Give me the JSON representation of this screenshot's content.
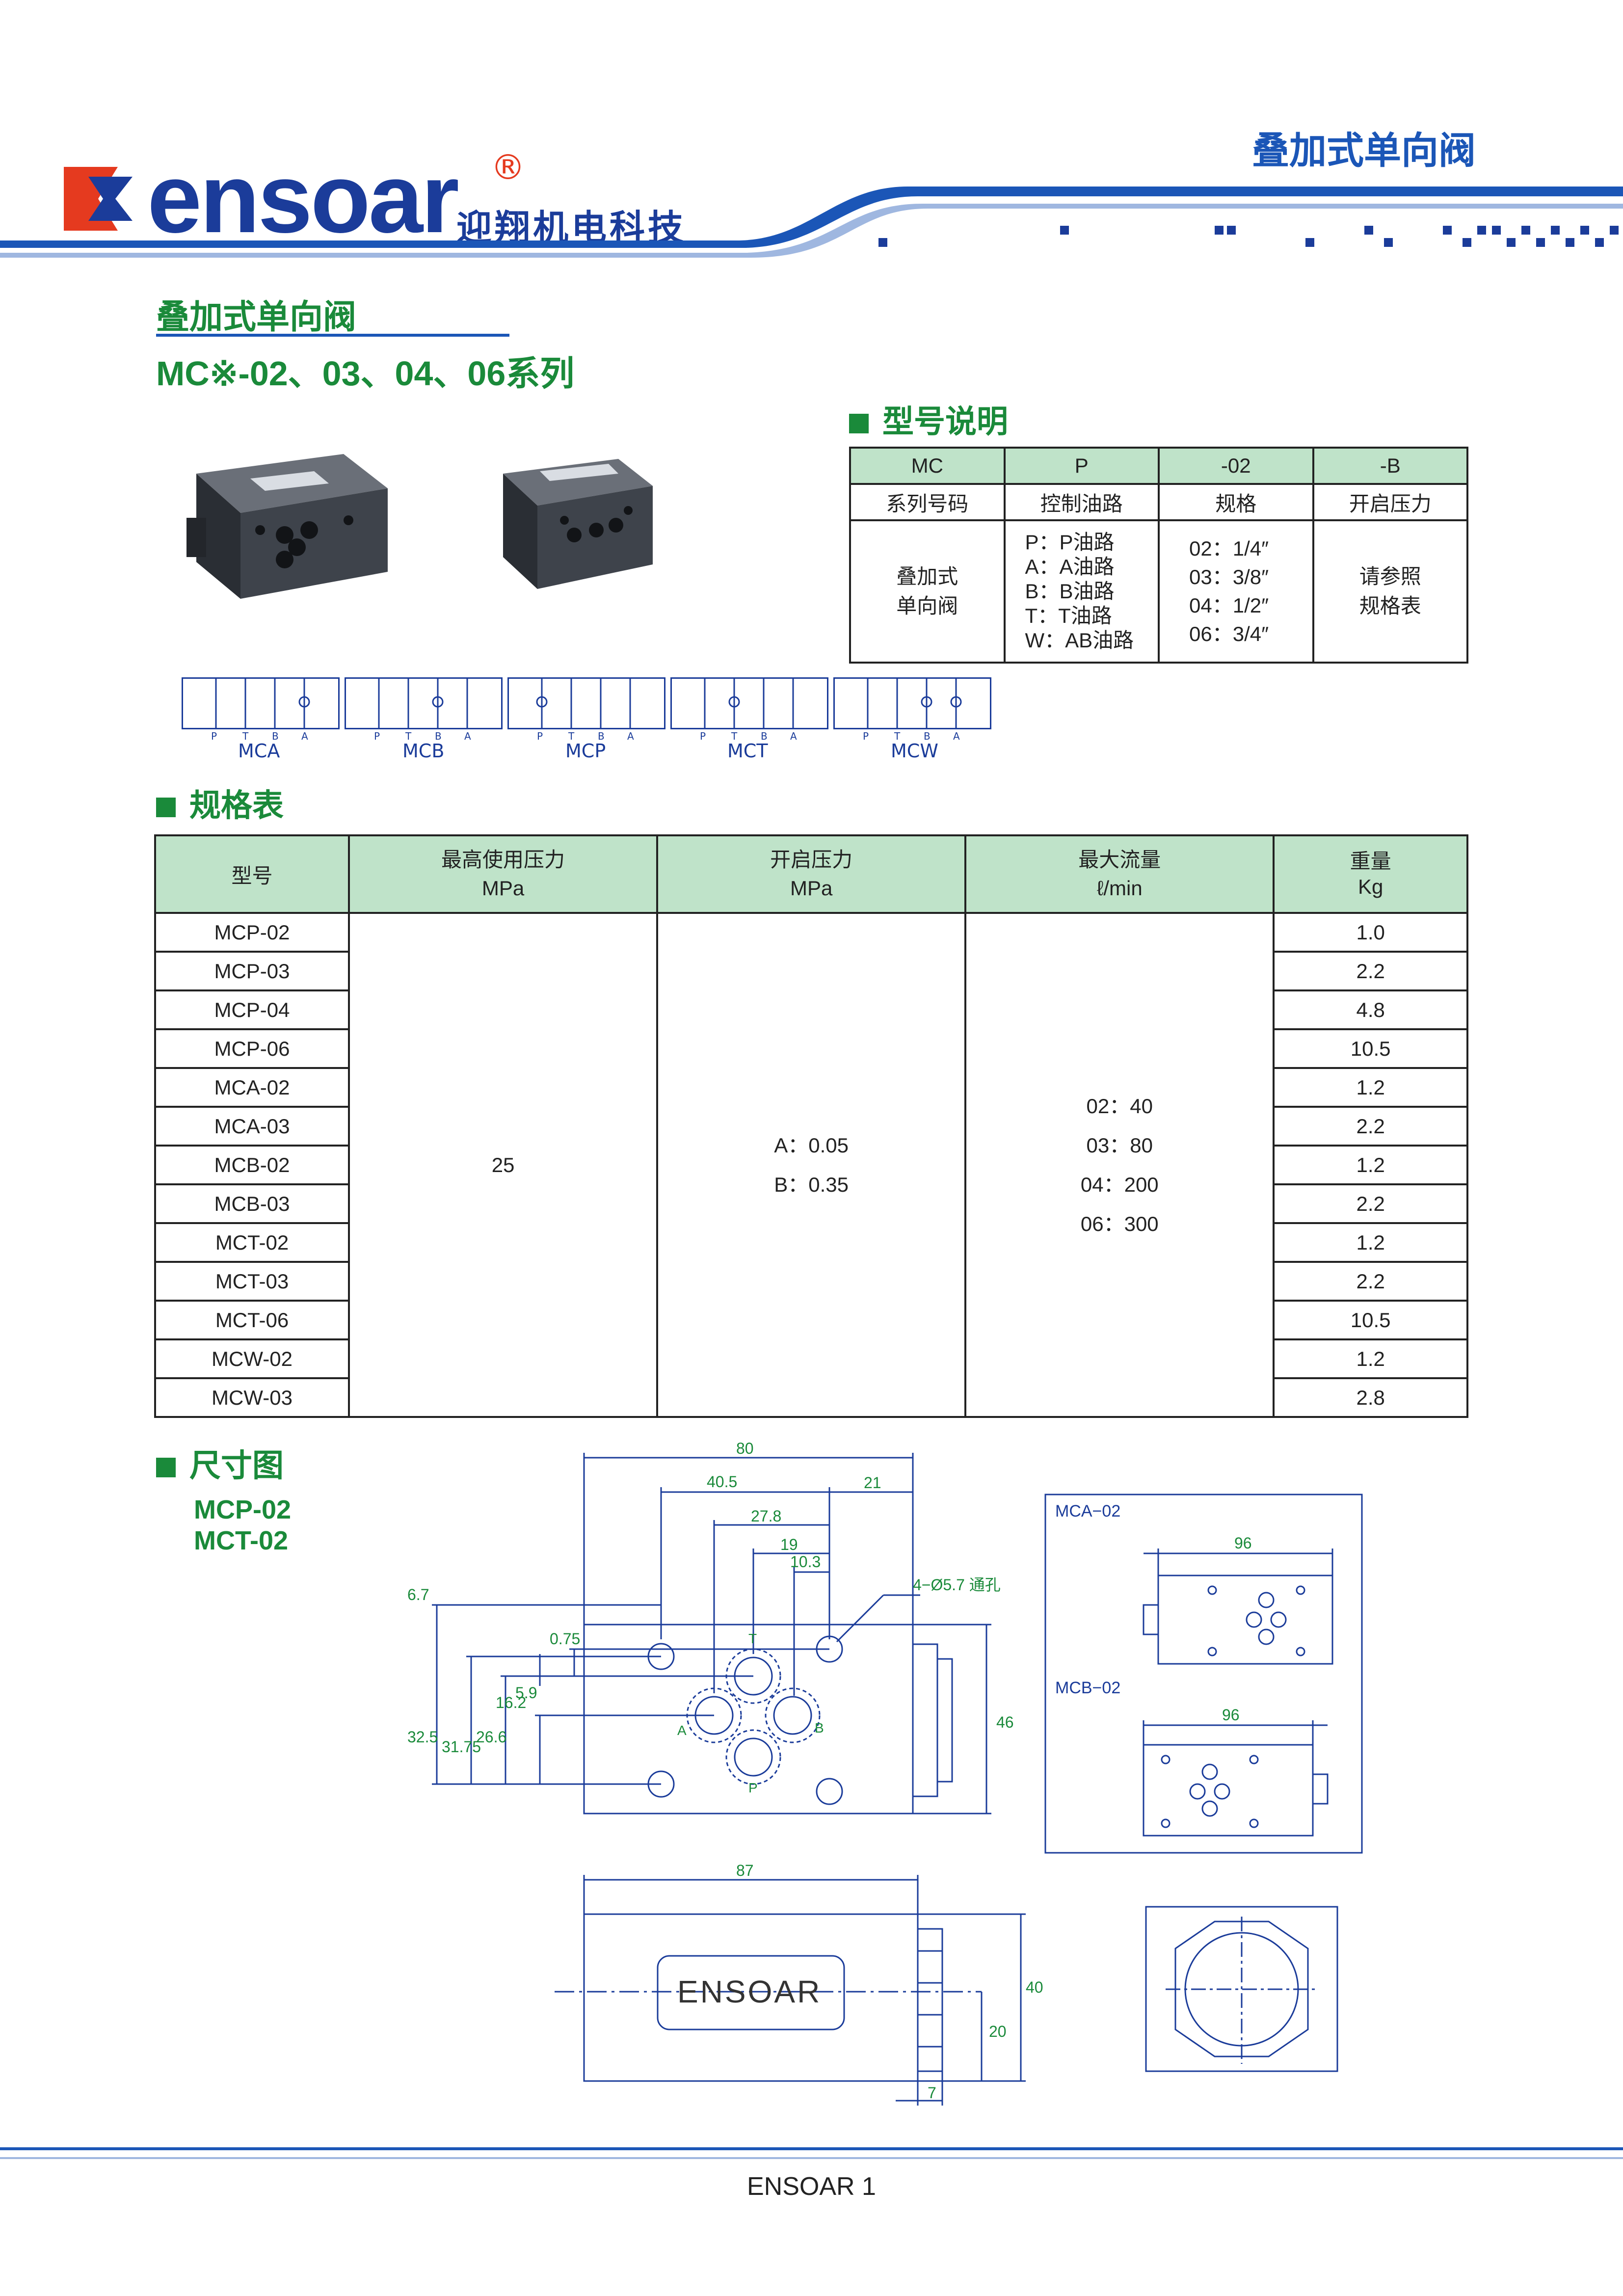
{
  "header": {
    "brand": "ensoar",
    "brand_registered": "®",
    "company_cn": "迎翔机电科技",
    "category_title": "叠加式单向阀"
  },
  "product": {
    "title": "叠加式单向阀",
    "series": "MC※-02、03、04、06系列"
  },
  "model_section": {
    "title": "型号说明",
    "codes": [
      "MC",
      "P",
      "-02",
      "-B"
    ],
    "labels": [
      "系列号码",
      "控制油路",
      "规格",
      "开启压力"
    ],
    "col1": [
      "叠加式",
      "单向阀"
    ],
    "col2": [
      "P：P油路",
      "A：A油路",
      "B：B油路",
      "T：T油路",
      "W：AB油路"
    ],
    "col3": [
      "02：1/4″",
      "03：3/8″",
      "04：1/2″",
      "06：3/4″"
    ],
    "col4": [
      "请参照",
      "规格表"
    ]
  },
  "symbols": {
    "ports": [
      "P",
      "T",
      "B",
      "A"
    ],
    "items": [
      "MCA",
      "MCB",
      "MCP",
      "MCT",
      "MCW"
    ]
  },
  "spec_section": {
    "title": "规格表",
    "headers": {
      "model": "型号",
      "max_pressure": "最高使用压力",
      "max_pressure_unit": "MPa",
      "crack_pressure": "开启压力",
      "crack_pressure_unit": "MPa",
      "max_flow": "最大流量",
      "max_flow_unit": "ℓ/min",
      "weight": "重量",
      "weight_unit": "Kg"
    },
    "max_pressure_value": "25",
    "crack_pressure_values": [
      "A：0.05",
      "B：0.35"
    ],
    "flow_values": [
      "02：40",
      "03：80",
      "04：200",
      "06：300"
    ],
    "rows": [
      {
        "model": "MCP-02",
        "weight": "1.0"
      },
      {
        "model": "MCP-03",
        "weight": "2.2"
      },
      {
        "model": "MCP-04",
        "weight": "4.8"
      },
      {
        "model": "MCP-06",
        "weight": "10.5"
      },
      {
        "model": "MCA-02",
        "weight": "1.2"
      },
      {
        "model": "MCA-03",
        "weight": "2.2"
      },
      {
        "model": "MCB-02",
        "weight": "1.2"
      },
      {
        "model": "MCB-03",
        "weight": "2.2"
      },
      {
        "model": "MCT-02",
        "weight": "1.2"
      },
      {
        "model": "MCT-03",
        "weight": "2.2"
      },
      {
        "model": "MCT-06",
        "weight": "10.5"
      },
      {
        "model": "MCW-02",
        "weight": "1.2"
      },
      {
        "model": "MCW-03",
        "weight": "2.8"
      }
    ]
  },
  "dimension_section": {
    "title": "尺寸图",
    "models": [
      "MCP-02",
      "MCT-02"
    ],
    "dims": {
      "d80": "80",
      "d405": "40.5",
      "d21": "21",
      "d278": "27.8",
      "d19": "19",
      "d103": "10.3",
      "hole": "4−Ø5.7 通孔",
      "d67": "6.7",
      "d075": "0.75",
      "d59": "5.9",
      "d162": "16.2",
      "d266": "26.6",
      "d3175": "31.75",
      "d325": "32.5",
      "d46": "46",
      "d87": "87",
      "d40": "40",
      "d20": "20",
      "d7": "7"
    },
    "port_marks": [
      "T",
      "A",
      "B",
      "P"
    ],
    "plate_text": "ENSOAR",
    "inset_a_title": "MCA−02",
    "inset_b_title": "MCB−02",
    "inset_dim": "96"
  },
  "footer": {
    "text": "ENSOAR  1"
  }
}
